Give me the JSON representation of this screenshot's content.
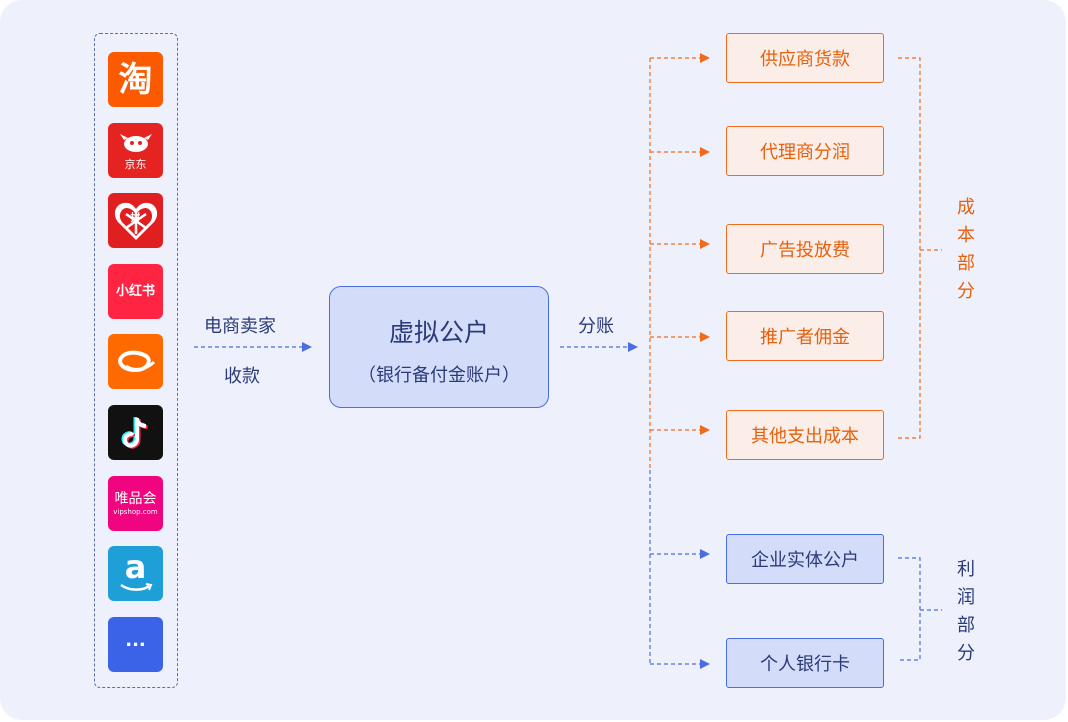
{
  "colors": {
    "background": "#eef1fb",
    "blue_line": "#4a6ee0",
    "orange_line": "#f06a1c",
    "blue_text": "#2b3a78",
    "orange_text": "#e8600c"
  },
  "platforms": [
    {
      "name": "taobao",
      "icon": "taobao-icon",
      "glyph": "淘",
      "bg": "#fb5a00"
    },
    {
      "name": "jd",
      "icon": "jd-icon",
      "glyph": "京东",
      "bg": "#e52320"
    },
    {
      "name": "pinduoduo",
      "icon": "pinduoduo-icon",
      "glyph": "拼",
      "bg": "#e02020"
    },
    {
      "name": "xiaohongshu",
      "icon": "xiaohongshu-icon",
      "glyph": "小红书",
      "bg": "#ff2442"
    },
    {
      "name": "alibaba",
      "icon": "alibaba-icon",
      "glyph": "",
      "bg": "#ff6a00"
    },
    {
      "name": "douyin",
      "icon": "douyin-icon",
      "glyph": "",
      "bg": "#111111"
    },
    {
      "name": "vipshop",
      "icon": "vipshop-icon",
      "glyph": "唯品会",
      "sub": "vipshop.com",
      "bg": "#f0047f"
    },
    {
      "name": "amazon",
      "icon": "amazon-icon",
      "glyph": "a",
      "bg": "#1e9fd8"
    },
    {
      "name": "more",
      "icon": "more-icon",
      "glyph": "...",
      "bg": "#3a63e8"
    }
  ],
  "flow": {
    "collect_label_1": "电商卖家",
    "collect_label_2": "收款",
    "split_label": "分账"
  },
  "center": {
    "title": "虚拟公户",
    "subtitle": "（银行备付金账户）"
  },
  "cost_items": [
    "供应商货款",
    "代理商分润",
    "广告投放费",
    "推广者佣金",
    "其他支出成本"
  ],
  "profit_items": [
    "企业实体公户",
    "个人银行卡"
  ],
  "groups": {
    "cost": [
      "成",
      "本",
      "部",
      "分"
    ],
    "profit": [
      "利",
      "润",
      "部",
      "分"
    ]
  }
}
